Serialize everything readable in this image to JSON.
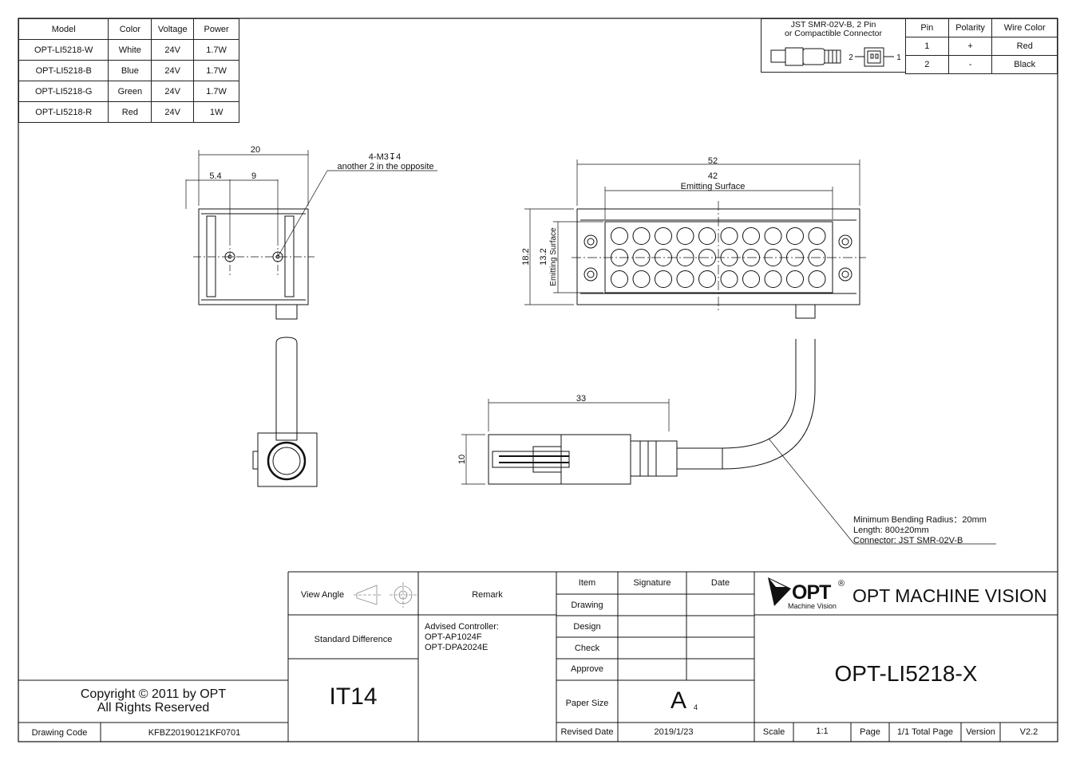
{
  "models_table": {
    "headers": [
      "Model",
      "Color",
      "Voltage",
      "Power"
    ],
    "rows": [
      [
        "OPT-LI5218-W",
        "White",
        "24V",
        "1.7W"
      ],
      [
        "OPT-LI5218-B",
        "Blue",
        "24V",
        "1.7W"
      ],
      [
        "OPT-LI5218-G",
        "Green",
        "24V",
        "1.7W"
      ],
      [
        "OPT-LI5218-R",
        "Red",
        "24V",
        "1W"
      ]
    ]
  },
  "connector_table": {
    "title_line1": "JST SMR-02V-B, 2 Pin",
    "title_line2": "or Compactible Connector",
    "headers": [
      "Pin",
      "Polarity",
      "Wire Color"
    ],
    "rows": [
      [
        "1",
        "+",
        "Red"
      ],
      [
        "2",
        "-",
        "Black"
      ]
    ],
    "pin_label_1": "1",
    "pin_label_2": "2"
  },
  "side_view": {
    "dim_20": "20",
    "dim_5_4": "5.4",
    "dim_9": "9",
    "thread_note": "4-M3↧4",
    "thread_note_2": "another 2 in the opposite"
  },
  "front_view": {
    "dim_52": "52",
    "dim_42": "42",
    "emitting_surface_h": "Emitting Surface",
    "dim_18_2": "18.2",
    "dim_13_2": "13.2",
    "emitting_surface_v": "Emitting Surface"
  },
  "connector_view": {
    "dim_33": "33",
    "dim_10": "10"
  },
  "cable_note": {
    "line1": "Minimum Bending Radius：20mm",
    "line2": "Length: 800±20mm",
    "line3": "Connector: JST SMR-02V-B"
  },
  "title_block": {
    "view_angle": "View Angle",
    "remark": "Remark",
    "standard_difference": "Standard Difference",
    "remark_text_1": "Advised Controller:",
    "remark_text_2": "OPT-AP1024F",
    "remark_text_3": "OPT-DPA2024E",
    "tolerance": "IT14",
    "item": "Item",
    "signature": "Signature",
    "date": "Date",
    "drawing": "Drawing",
    "design": "Design",
    "check": "Check",
    "approve": "Approve",
    "paper_size": "Paper Size",
    "paper_value": "A",
    "paper_sub": "4",
    "revised_date": "Revised Date",
    "revised_value": "2019/1/23",
    "scale": "Scale",
    "scale_value": "1:1",
    "page": "Page",
    "page_value": "1/1 Total Page",
    "version": "Version",
    "version_value": "V2.2",
    "logo_text": "OPT",
    "logo_reg": "®",
    "logo_sub": "Machine Vision",
    "company": "OPT MACHINE VISION",
    "part_number": "OPT-LI5218-X",
    "copyright_1": "Copyright © 2011 by OPT",
    "copyright_2": "All Rights Reserved",
    "drawing_code_label": "Drawing Code",
    "drawing_code": "KFBZ20190121KF0701"
  }
}
